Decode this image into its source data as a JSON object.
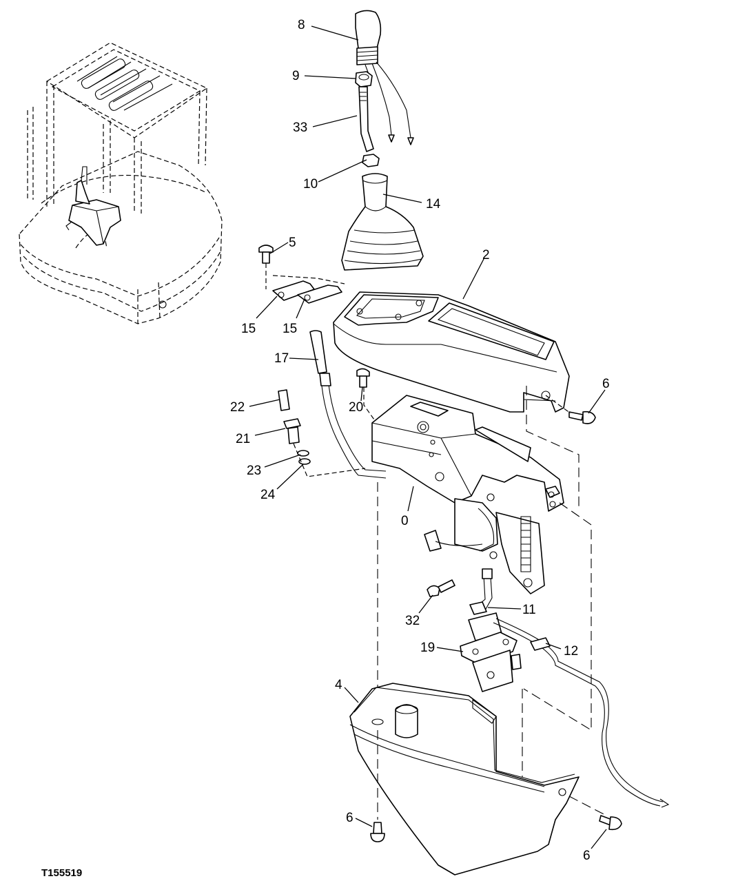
{
  "figure_id": "T155519",
  "callouts": {
    "c8": "8",
    "c9": "9",
    "c33": "33",
    "c10": "10",
    "c14": "14",
    "c5": "5",
    "c2": "2",
    "c15a": "15",
    "c15b": "15",
    "c17": "17",
    "c6a": "6",
    "c20": "20",
    "c22": "22",
    "c21": "21",
    "c23": "23",
    "c24": "24",
    "c0": "0",
    "c32": "32",
    "c11": "11",
    "c19": "19",
    "c12": "12",
    "c4": "4",
    "c6b": "6",
    "c6c": "6"
  }
}
